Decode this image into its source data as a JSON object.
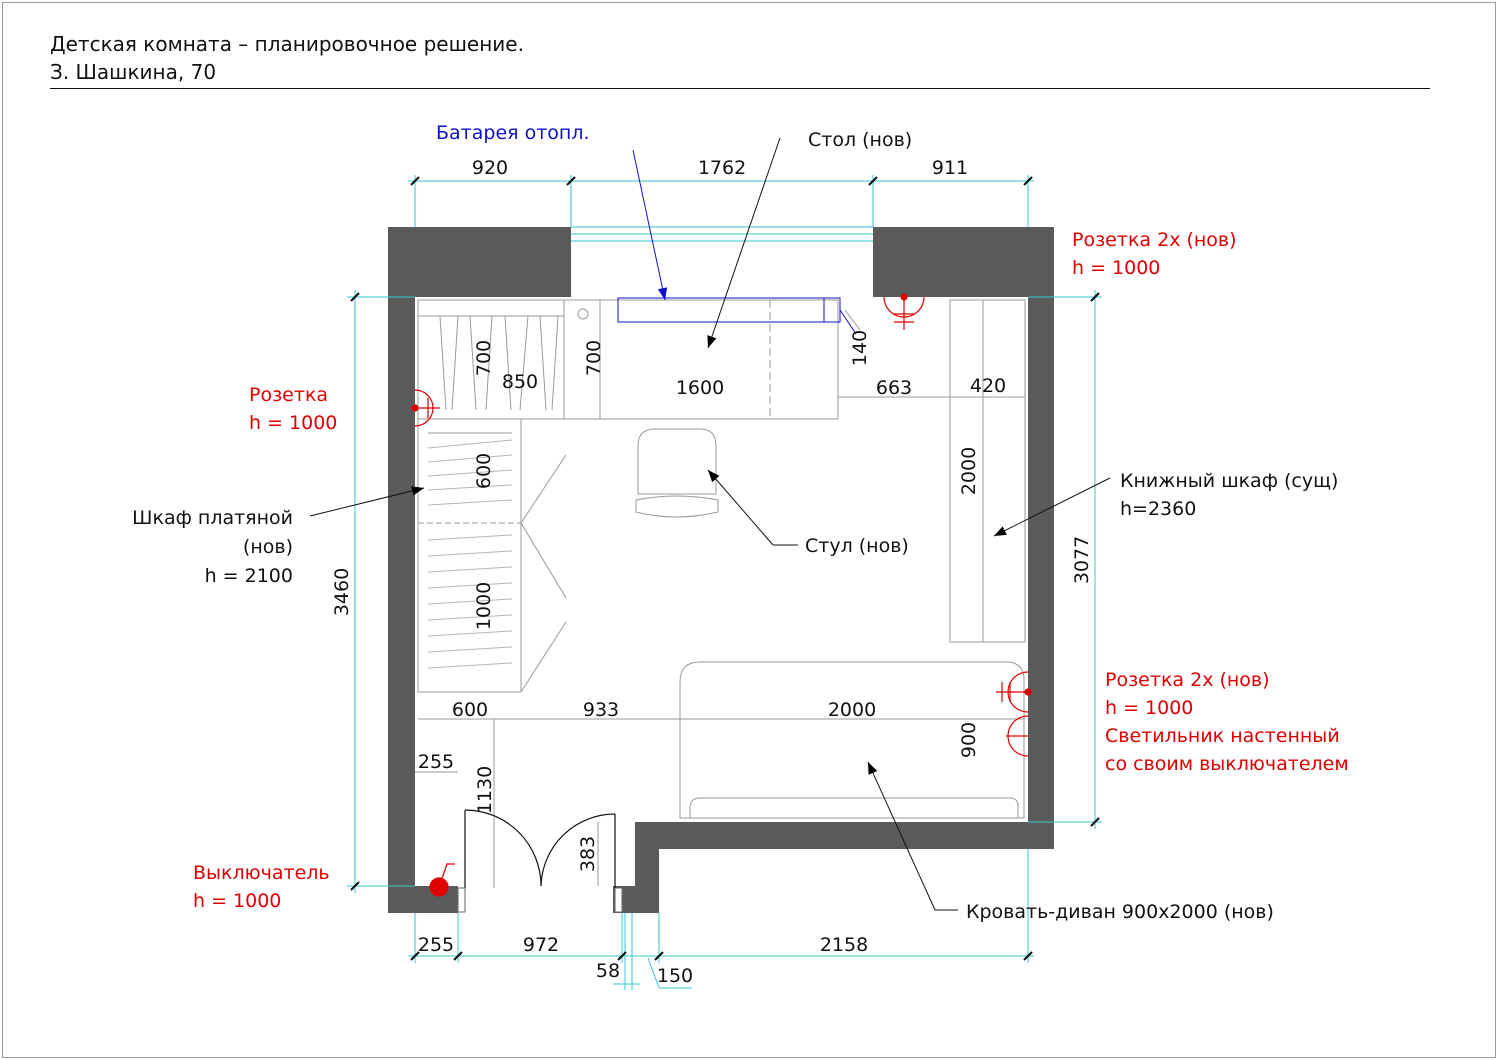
{
  "header": {
    "title": "Детская комната – планировочное решение.",
    "address": "З. Шашкина, 70"
  },
  "colors": {
    "wall": "#5a5a5a",
    "dimension_line": "#35c8d0",
    "socket": "#e00000",
    "radiator": "#1010c8",
    "furniture": "#a0a0a0"
  },
  "dims": {
    "top_920": "920",
    "top_1762": "1762",
    "top_911": "911",
    "left_3460": "3460",
    "right_3077": "3077",
    "bot_255": "255",
    "bot_972": "972",
    "bot_2158": "2158",
    "bot_58": "58",
    "bot_150": "150",
    "wardrobe_700": "700",
    "wardrobe_850": "850",
    "desk_700": "700",
    "desk_1600": "1600",
    "gap_140": "140",
    "gap_663": "663",
    "bookcase_420": "420",
    "bookcase_2000": "2000",
    "closet_600_v": "600",
    "closet_1000": "1000",
    "row_600": "600",
    "row_933": "933",
    "row_2000": "2000",
    "bed_900": "900",
    "door_255": "255",
    "door_1130": "1130",
    "door_383": "383"
  },
  "labels": {
    "radiator": "Батарея отопл.",
    "desk": "Стол (нов)",
    "socket_2x_top_1": "Розетка 2х (нов)",
    "socket_2x_top_2": "h = 1000",
    "socket_left_1": "Розетка",
    "socket_left_2": "h = 1000",
    "wardrobe_1": "Шкаф платяной",
    "wardrobe_2": "(нов)",
    "wardrobe_3": "h = 2100",
    "bookcase_1": "Книжный шкаф (сущ)",
    "bookcase_2": "h=2360",
    "chair": "Стул (нов)",
    "socket_right_1": "Розетка 2х (нов)",
    "socket_right_2": "h = 1000",
    "socket_right_3": "Светильник настенный",
    "socket_right_4": "со своим выключателем",
    "switch_1": "Выключатель",
    "switch_2": "h = 1000",
    "bed": "Кровать-диван 900х2000 (нов)"
  }
}
